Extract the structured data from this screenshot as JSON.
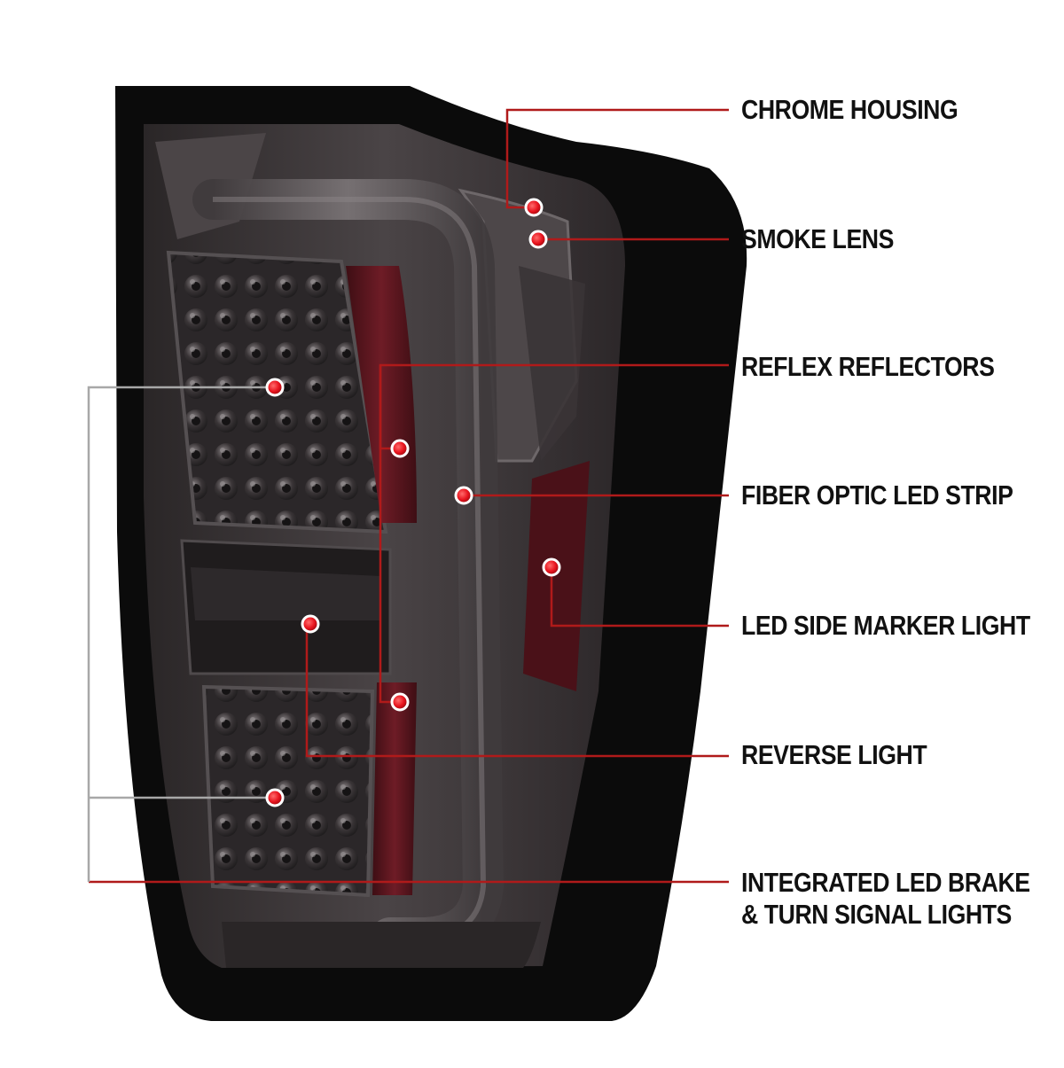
{
  "colors": {
    "callout_red": "#b01a1a",
    "callout_gray": "#a8a8a8",
    "dot_red": "#e8141e",
    "housing_black": "#0b0b0b",
    "lens_smoke": "#3a3436",
    "reflector_red": "#5a1820"
  },
  "callouts": [
    {
      "id": "chrome-housing",
      "lines": [
        "CHROME HOUSING"
      ]
    },
    {
      "id": "smoke-lens",
      "lines": [
        "SMOKE LENS"
      ]
    },
    {
      "id": "reflex-reflectors",
      "lines": [
        "REFLEX REFLECTORS"
      ]
    },
    {
      "id": "fiber-optic-led-strip",
      "lines": [
        "FIBER OPTIC LED STRIP"
      ]
    },
    {
      "id": "led-side-marker-light",
      "lines": [
        "LED SIDE MARKER LIGHT"
      ]
    },
    {
      "id": "reverse-light",
      "lines": [
        "REVERSE LIGHT"
      ]
    },
    {
      "id": "integrated-led-brake",
      "lines": [
        "INTEGRATED LED BRAKE",
        "& TURN SIGNAL LIGHTS"
      ]
    }
  ]
}
